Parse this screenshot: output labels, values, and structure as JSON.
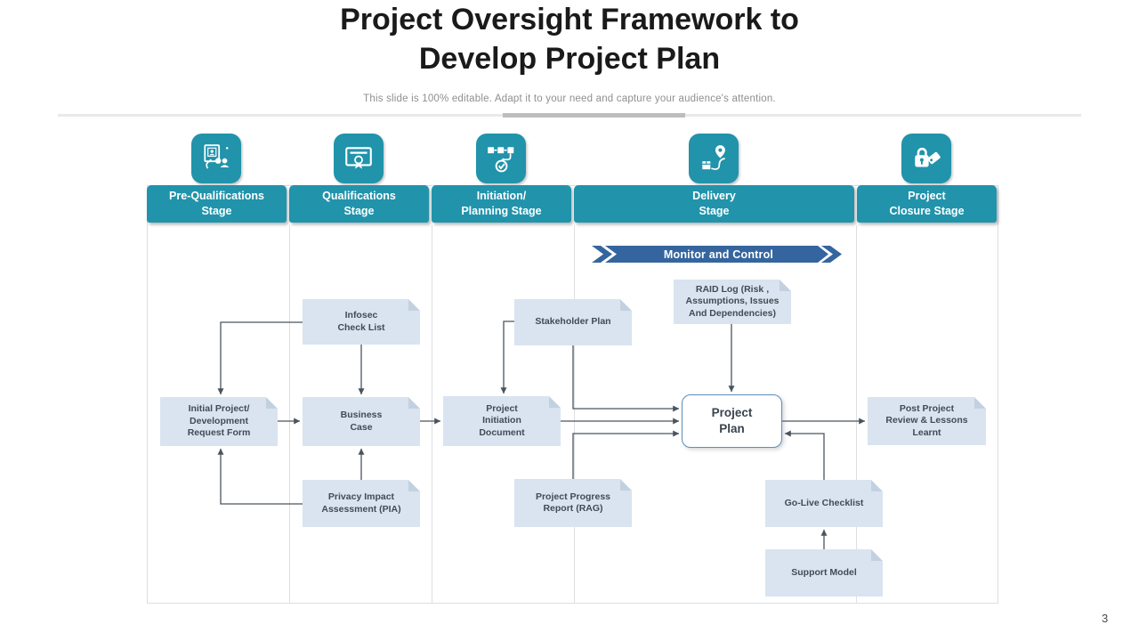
{
  "title": {
    "line1": "Project Oversight Framework to",
    "line2": "Develop Project Plan",
    "subtitle": "This slide is 100% editable. Adapt it to your need and capture your audience's attention."
  },
  "page_number": "3",
  "stages": [
    {
      "label": "Pre-Qualifications\nStage",
      "icon": "credential-review-icon"
    },
    {
      "label": "Qualifications\nStage",
      "icon": "certificate-icon"
    },
    {
      "label": "Initiation/\nPlanning Stage",
      "icon": "workflow-check-icon"
    },
    {
      "label": "Delivery\nStage",
      "icon": "delivery-route-icon"
    },
    {
      "label": "Project\nClosure Stage",
      "icon": "lock-tag-icon"
    }
  ],
  "banner": {
    "label": "Monitor and Control"
  },
  "nodes": {
    "infosec": {
      "label": "Infosec\nCheck List"
    },
    "initial_request": {
      "label": "Initial Project/\nDevelopment\nRequest Form"
    },
    "business_case": {
      "label": "Business\nCase"
    },
    "privacy_impact": {
      "label": "Privacy Impact\nAssessment (PIA)"
    },
    "stakeholder_plan": {
      "label": "Stakeholder Plan"
    },
    "project_initiation": {
      "label": "Project\nInitiation\nDocument"
    },
    "progress_report": {
      "label": "Project Progress\nReport (RAG)"
    },
    "raid_log": {
      "label": "RAID Log (Risk ,\nAssumptions, Issues\nAnd Dependencies)"
    },
    "project_plan": {
      "label": "Project\nPlan"
    },
    "golive_checklist": {
      "label": "Go-Live Checklist"
    },
    "support_model": {
      "label": "Support Model"
    },
    "post_review": {
      "label": "Post Project\nReview & Lessons\nLearnt"
    }
  },
  "colors": {
    "stage_teal": "#2193AB",
    "banner_blue": "#35659E",
    "node_fill": "#D9E4F0",
    "node_text": "#414B55",
    "arrow": "#4A545E",
    "plan_border": "#5E8FB8"
  }
}
